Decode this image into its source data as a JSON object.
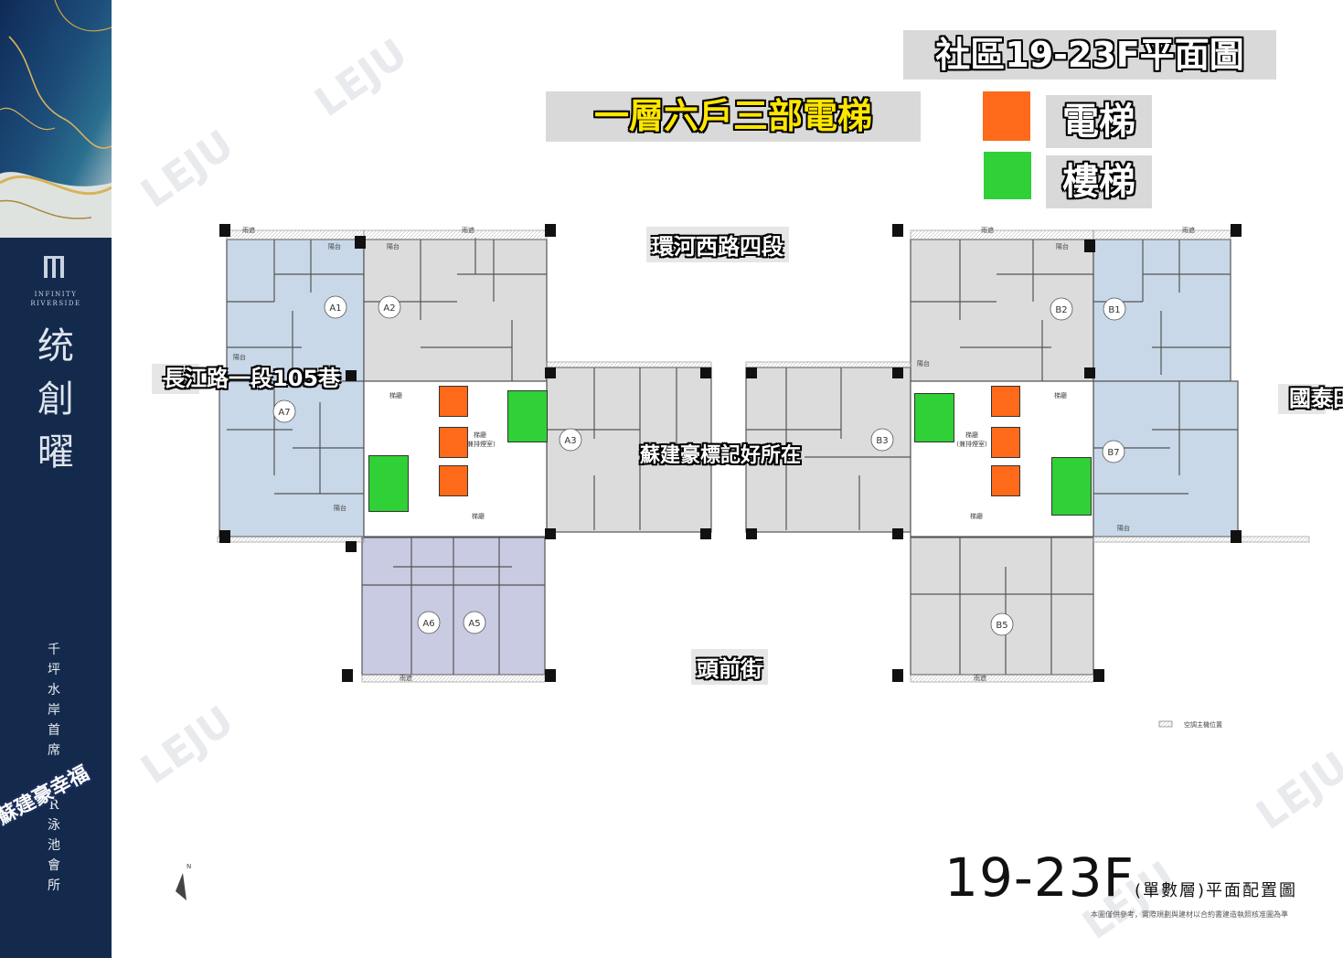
{
  "title_badge": "社區19-23F平面圖",
  "headline": "一層六戶三部電梯",
  "legend": [
    {
      "label": "電梯",
      "color": "#ff6a1a"
    },
    {
      "label": "樓梯",
      "color": "#2fd136"
    }
  ],
  "streets": {
    "top": "環河西路四段",
    "bottom": "頭前街",
    "left": "長江路一段105巷",
    "right": "國泰田社區"
  },
  "sidebar": {
    "brand_en_1": "INFINITY",
    "brand_en_2": "RIVERSIDE",
    "brand_zh": [
      "统",
      "創",
      "曜"
    ],
    "tagline": [
      "千",
      "坪",
      "水",
      "岸",
      "首",
      "席",
      "S",
      "R",
      "泳",
      "池",
      "會",
      "所"
    ],
    "overlay": "蘇建豪幸福"
  },
  "center_overlay": "蘇建豪標記好所在",
  "units": {
    "A1": "A1",
    "A2": "A2",
    "A3": "A3",
    "A5": "A5",
    "A6": "A6",
    "A7": "A7",
    "B1": "B1",
    "B2": "B2",
    "B3": "B3",
    "B5": "B5",
    "B7": "B7"
  },
  "lobby_left": "梯廳",
  "lobby_left_sub": "(兼排煙室)",
  "lobby_right": "梯廳",
  "lobby_right_sub": "(兼排煙室)",
  "corridor": "梯廳",
  "balcony": "陽台",
  "canopy": "雨遮",
  "ac_note": "空調主機位置",
  "floor_label": "19-23F",
  "floor_paren": "(單數層)",
  "floor_suffix": "平面配置圖",
  "disclaimer": "本圖僅供參考，實際規劃與建材以合約書建造執照核准圖為準",
  "watermark": "LEJU",
  "north": "N"
}
